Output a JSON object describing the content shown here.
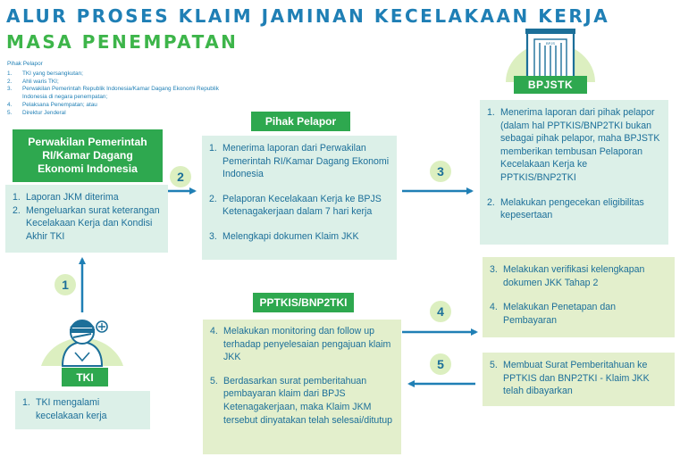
{
  "title": {
    "line1": "ALUR PROSES KLAIM JAMINAN KECELAKAAN KERJA",
    "line2": "MASA PENEMPATAN"
  },
  "reporters": {
    "heading": "Pihak Pelapor",
    "items": [
      {
        "num": "1.",
        "text": "TKI yang bersangkutan;"
      },
      {
        "num": "2.",
        "text": "Ahli waris TKI;"
      },
      {
        "num": "3.",
        "text": "Perwakilan Pemerintah Republik Indonesia/Kamar Dagang Ekonomi Republik Indonesia di negara penempatan;"
      },
      {
        "num": "4.",
        "text": "Pelaksana Penempatan; atau"
      },
      {
        "num": "5.",
        "text": "Direktur Jenderal"
      }
    ]
  },
  "perwakilan": {
    "label": "Perwakilan Pemerintah RI/Kamar Dagang Ekonomi Indonesia",
    "items": [
      {
        "num": "1.",
        "text": "Laporan JKM diterima"
      },
      {
        "num": "2.",
        "text": "Mengeluarkan surat keterangan Kecelakaan Kerja dan Kondisi Akhir TKI"
      }
    ]
  },
  "pelapor": {
    "label": "Pihak Pelapor",
    "items": [
      {
        "num": "1.",
        "text": "Menerima laporan dari Perwakilan Pemerintah RI/Kamar Dagang Ekonomi Indonesia"
      },
      {
        "num": "2.",
        "text": "Pelaporan Kecelakaan Kerja ke BPJS Ketenagakerjaan dalam 7 hari kerja"
      },
      {
        "num": "3.",
        "text": "Melengkapi dokumen Klaim JKK"
      }
    ]
  },
  "bpjstk": {
    "label": "BPJSTK",
    "items": [
      {
        "num": "1.",
        "text": "Menerima laporan dari pihak pelapor (dalam hal PPTKIS/BNP2TKI bukan sebagai pihak pelapor, maha BPJSTK memberikan tembusan Pelaporan Kecelakaan Kerja ke PPTKIS/BNP2TKI"
      },
      {
        "num": "2.",
        "text": "Melakukan pengecekan eligibilitas kepesertaan"
      }
    ],
    "lower_items": [
      {
        "num": "3.",
        "text": "Melakukan verifikasi kelengkapan dokumen JKK Tahap 2"
      },
      {
        "num": "4.",
        "text": "Melakukan Penetapan dan Pembayaran"
      }
    ],
    "bottom_items": [
      {
        "num": "5.",
        "text": "Membuat Surat Pemberitahuan ke PPTKIS dan BNP2TKI - Klaim JKK telah dibayarkan"
      }
    ]
  },
  "pptkis": {
    "label": "PPTKIS/BNP2TKI",
    "items": [
      {
        "num": "4.",
        "text": "Melakukan monitoring dan follow up terhadap penyelesaian pengajuan klaim JKK"
      },
      {
        "num": "5.",
        "text": "Berdasarkan surat pemberitahuan pembayaran klaim dari BPJS Ketenagakerjaan, maka Klaim JKM tersebut dinyatakan telah selesai/ditutup"
      }
    ]
  },
  "tki": {
    "label": "TKI",
    "items": [
      {
        "num": "1.",
        "text": "TKI mengalami kecelakaan kerja"
      }
    ]
  },
  "steps": [
    "1",
    "2",
    "3",
    "4",
    "5"
  ],
  "colors": {
    "green": "#2ea84f",
    "blue": "#1f7fb5",
    "light_box": "#dcf0e8",
    "lime_box": "#e3efcc",
    "circle": "#dcefc0"
  },
  "building_sign": "BPJS"
}
